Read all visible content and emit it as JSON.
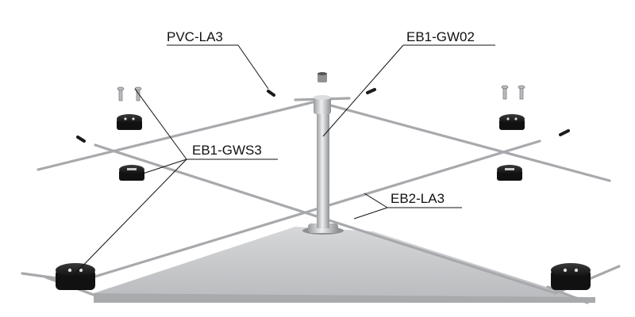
{
  "callouts": {
    "pvc_la3": "PVC-LA3",
    "eb1_gw02": "EB1-GW02",
    "eb1_gws3": "EB1-GWS3",
    "eb2_la3": "EB2-LA3"
  },
  "colors": {
    "wire": "#a7a9ac",
    "steel": "#c7c9cc",
    "plate": "#c9cacc",
    "black_part": "#1b1b1b",
    "text": "#111111"
  }
}
